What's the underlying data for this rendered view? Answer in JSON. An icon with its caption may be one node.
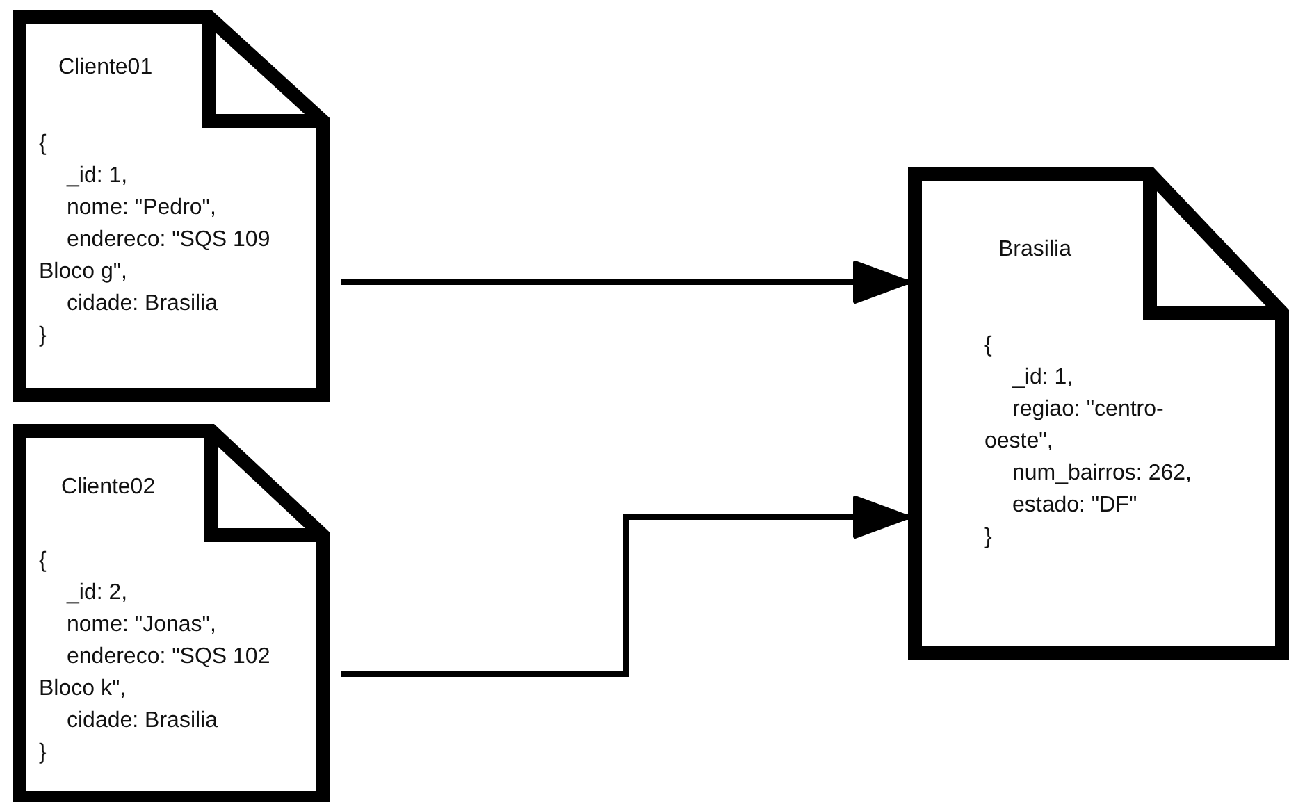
{
  "diagram": {
    "nodes": [
      {
        "text": [
          "Cliente01",
          "{",
          "_id: 1,",
          "nome: \"Pedro\",",
          "endereco: \"SQS 109 Bloco g\",",
          "cidade: Brasilia",
          "}"
        ]
      },
      {
        "text": [
          "Cliente02",
          "{",
          "_id: 2,",
          "nome: \"Jonas\",",
          "endereco: \"SQS 102 Bloco k\",",
          "cidade: Brasilia",
          "}"
        ]
      },
      {
        "text": [
          "Brasilia",
          "{",
          "_id: 1,",
          "regiao: \"centro-oeste\",",
          "num_bairros: 262,",
          "estado: \"DF\"",
          "}"
        ]
      }
    ],
    "edges": [
      {
        "from": 0,
        "to": 2,
        "arrow": "to"
      },
      {
        "from": 1,
        "to": 2,
        "arrow": "to"
      }
    ]
  }
}
